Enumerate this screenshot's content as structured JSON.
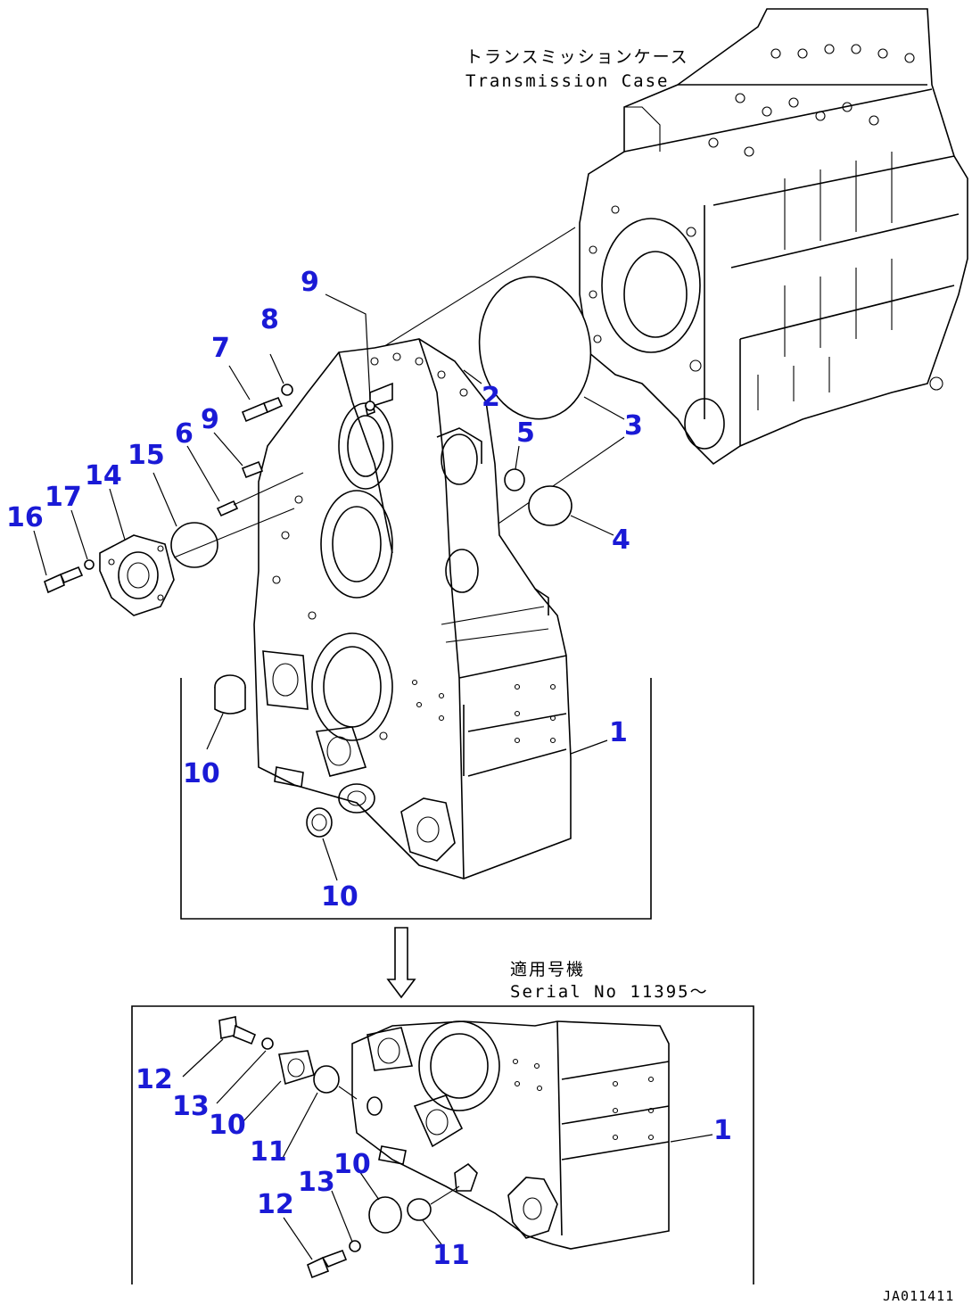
{
  "labels": {
    "transmission_case_jp": "トランスミッションケース",
    "transmission_case_en": "Transmission Case",
    "serial_jp": "適用号機",
    "serial_en": "Serial No 11395〜",
    "drawing_code": "JA011411"
  },
  "callouts": {
    "c1a": "1",
    "c2": "2",
    "c3": "3",
    "c4": "4",
    "c5": "5",
    "c6": "6",
    "c7": "7",
    "c8": "8",
    "c9a": "9",
    "c9b": "9",
    "c10a": "10",
    "c10b": "10",
    "c14": "14",
    "c15": "15",
    "c16": "16",
    "c17": "17",
    "c1b": "1",
    "c10c": "10",
    "c10d": "10",
    "c11a": "11",
    "c11b": "11",
    "c12a": "12",
    "c12b": "12",
    "c13a": "13",
    "c13b": "13"
  },
  "colors": {
    "callout": "#1a1ad6",
    "line": "#000000",
    "background": "#ffffff"
  }
}
